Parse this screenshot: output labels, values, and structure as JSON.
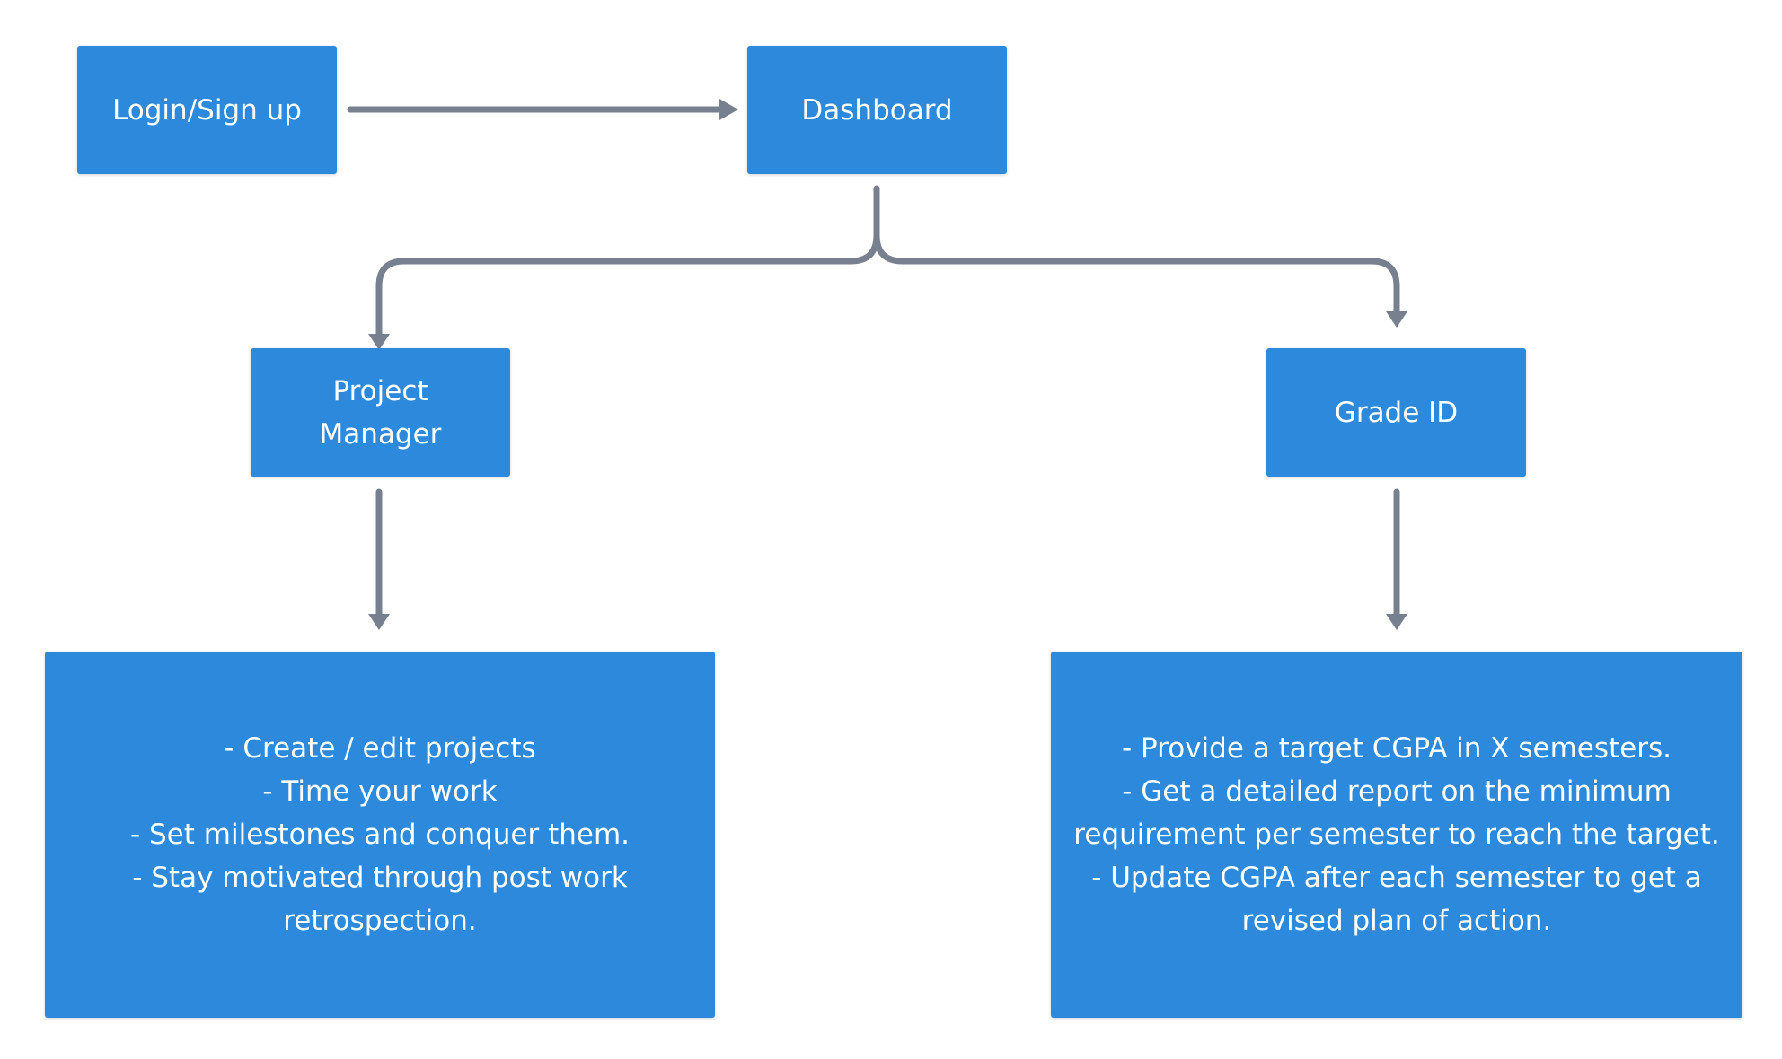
{
  "diagram": {
    "nodes": {
      "login": {
        "label": "Login/Sign up"
      },
      "dashboard": {
        "label": "Dashboard"
      },
      "project_manager": {
        "lines": [
          "Project",
          "Manager"
        ]
      },
      "grade_id": {
        "label": "Grade ID"
      },
      "project_manager_details": {
        "lines": [
          "- Create / edit projects",
          "- Time your work",
          "- Set milestones and conquer them.",
          "- Stay motivated through post work",
          "retrospection."
        ]
      },
      "grade_id_details": {
        "lines": [
          "- Provide a target CGPA in X semesters.",
          "- Get a detailed report on the minimum",
          "requirement per semester to reach the target.",
          "- Update CGPA after each semester to get a",
          "revised plan of action."
        ]
      }
    },
    "edges": [
      {
        "from": "Login/Sign up",
        "to": "Dashboard"
      },
      {
        "from": "Dashboard",
        "to": "Project Manager"
      },
      {
        "from": "Dashboard",
        "to": "Grade ID"
      },
      {
        "from": "Project Manager",
        "to": "Project Manager details"
      },
      {
        "from": "Grade ID",
        "to": "Grade ID details"
      }
    ],
    "colors": {
      "node_fill": "#2d89db",
      "node_text": "#ffffff",
      "connector": "#77808e"
    }
  }
}
